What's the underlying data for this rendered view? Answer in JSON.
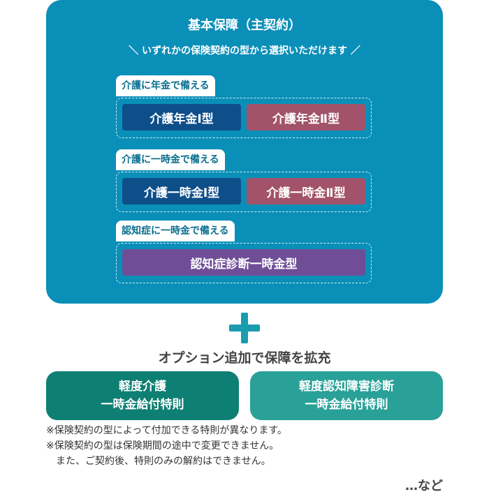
{
  "main": {
    "title": "基本保障（主契約）",
    "subtitle": "＼ いずれかの保険契約の型から選択いただけます ／",
    "groups": [
      {
        "tag": "介護に年金で備える",
        "plans": [
          "介護年金Ⅰ型",
          "介護年金Ⅱ型"
        ]
      },
      {
        "tag": "介護に一時金で備える",
        "plans": [
          "介護一時金Ⅰ型",
          "介護一時金Ⅱ型"
        ]
      },
      {
        "tag": "認知症に一時金で備える",
        "plans": [
          "認知症診断一時金型"
        ]
      }
    ]
  },
  "options": {
    "title": "オプション追加で保障を拡充",
    "items": [
      {
        "line1": "軽度介護",
        "line2": "一時金給付特則"
      },
      {
        "line1": "軽度認知障害診断",
        "line2": "一時金給付特則"
      }
    ]
  },
  "notes": [
    "※保険契約の型によって付加できる特則が異なります。",
    "※保険契約の型は保険期間の途中で変更できません。",
    "　また、ご契約後、特則のみの解約はできません。"
  ],
  "etc": "…など",
  "colors": {
    "main_bg": "#0a8fb8",
    "plan_type1": "#0e4f8a",
    "plan_type2": "#a2526a",
    "plan_dementia": "#6f4e97",
    "option_1": "#0e7f73",
    "option_2": "#2aa198",
    "plus": "#1a9bb0"
  },
  "icons": {
    "plus": "plus-icon"
  }
}
